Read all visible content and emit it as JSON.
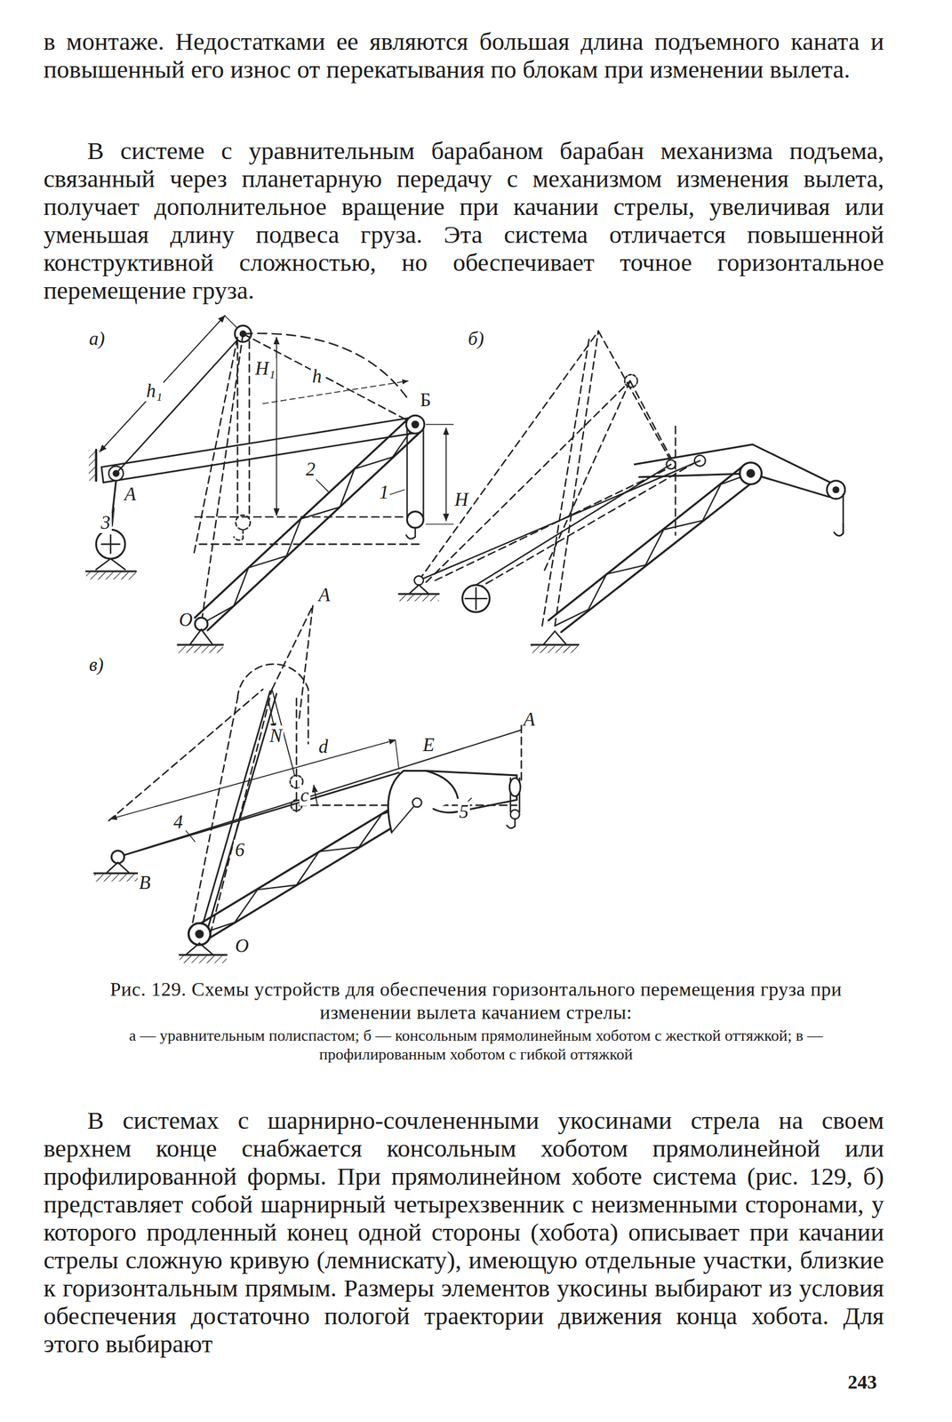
{
  "diagram": {
    "caption": "Рис. 129. Схемы устройств для обеспечения горизонтального перемещения груза при изменении вылета качанием стрелы:",
    "labels": [
      "в монтаже. Недостатками ее являются большая длина подъемного каната и повышенный его износ от перекатывания по блокам при изменении вылета.",
      "В системе с уравнительным барабаном барабан механизма подъема, связанный через планетарную передачу с механизмом изменения вылета, получает дополнительное вращение при качании стрелы, увеличивая или уменьшая длину подвеса груза. Эта система отличается повышенной конструктивной сложностью, но обеспечивает точное горизонтальное перемещение груза.",
      "а)",
      "h₁",
      "H₁",
      "h",
      "Б",
      "2",
      "1",
      "H",
      "A",
      "3",
      "O",
      "б)",
      "в)",
      "A",
      "N",
      "d",
      "E",
      "A",
      "c",
      "5",
      "4",
      "B",
      "6",
      "O",
      "а — уравнительным полиспастом; б — консольным прямолинейным хоботом с жесткой оттяжкой; в — профилированным хоботом с гибкой оттяжкой",
      "В системах с шарнирно-сочлененными укосинами стрела на своем верхнем конце снабжается консольным хоботом прямолинейной или профилированной формы. При прямолинейном хоботе система (рис. 129, б) представляет собой шарнирный четырехзвенник с неизменными сторонами, у которого продленный конец одной стороны (хобота) описывает при качании стрелы сложную кривую (лемнискату), имеющую отдельные участки, близкие к горизонтальным прямым. Размеры элементов укосины выбирают из условия обеспечения достаточно пологой траектории движения конца хобота. Для этого выбирают",
      "243"
    ]
  }
}
